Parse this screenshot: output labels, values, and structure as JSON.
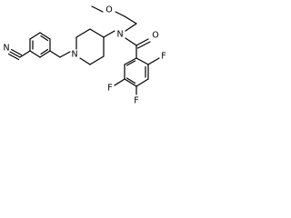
{
  "molecule": {
    "atoms": {
      "n_nitrile": "N",
      "o_ether": "O",
      "n_amide": "N",
      "o_carbonyl": "O",
      "n_piperidine": "N",
      "f_ortho": "F",
      "f_meta": "F",
      "f_para": "F"
    }
  },
  "colors": {
    "bond": "#000000",
    "background": "#ffffff"
  }
}
